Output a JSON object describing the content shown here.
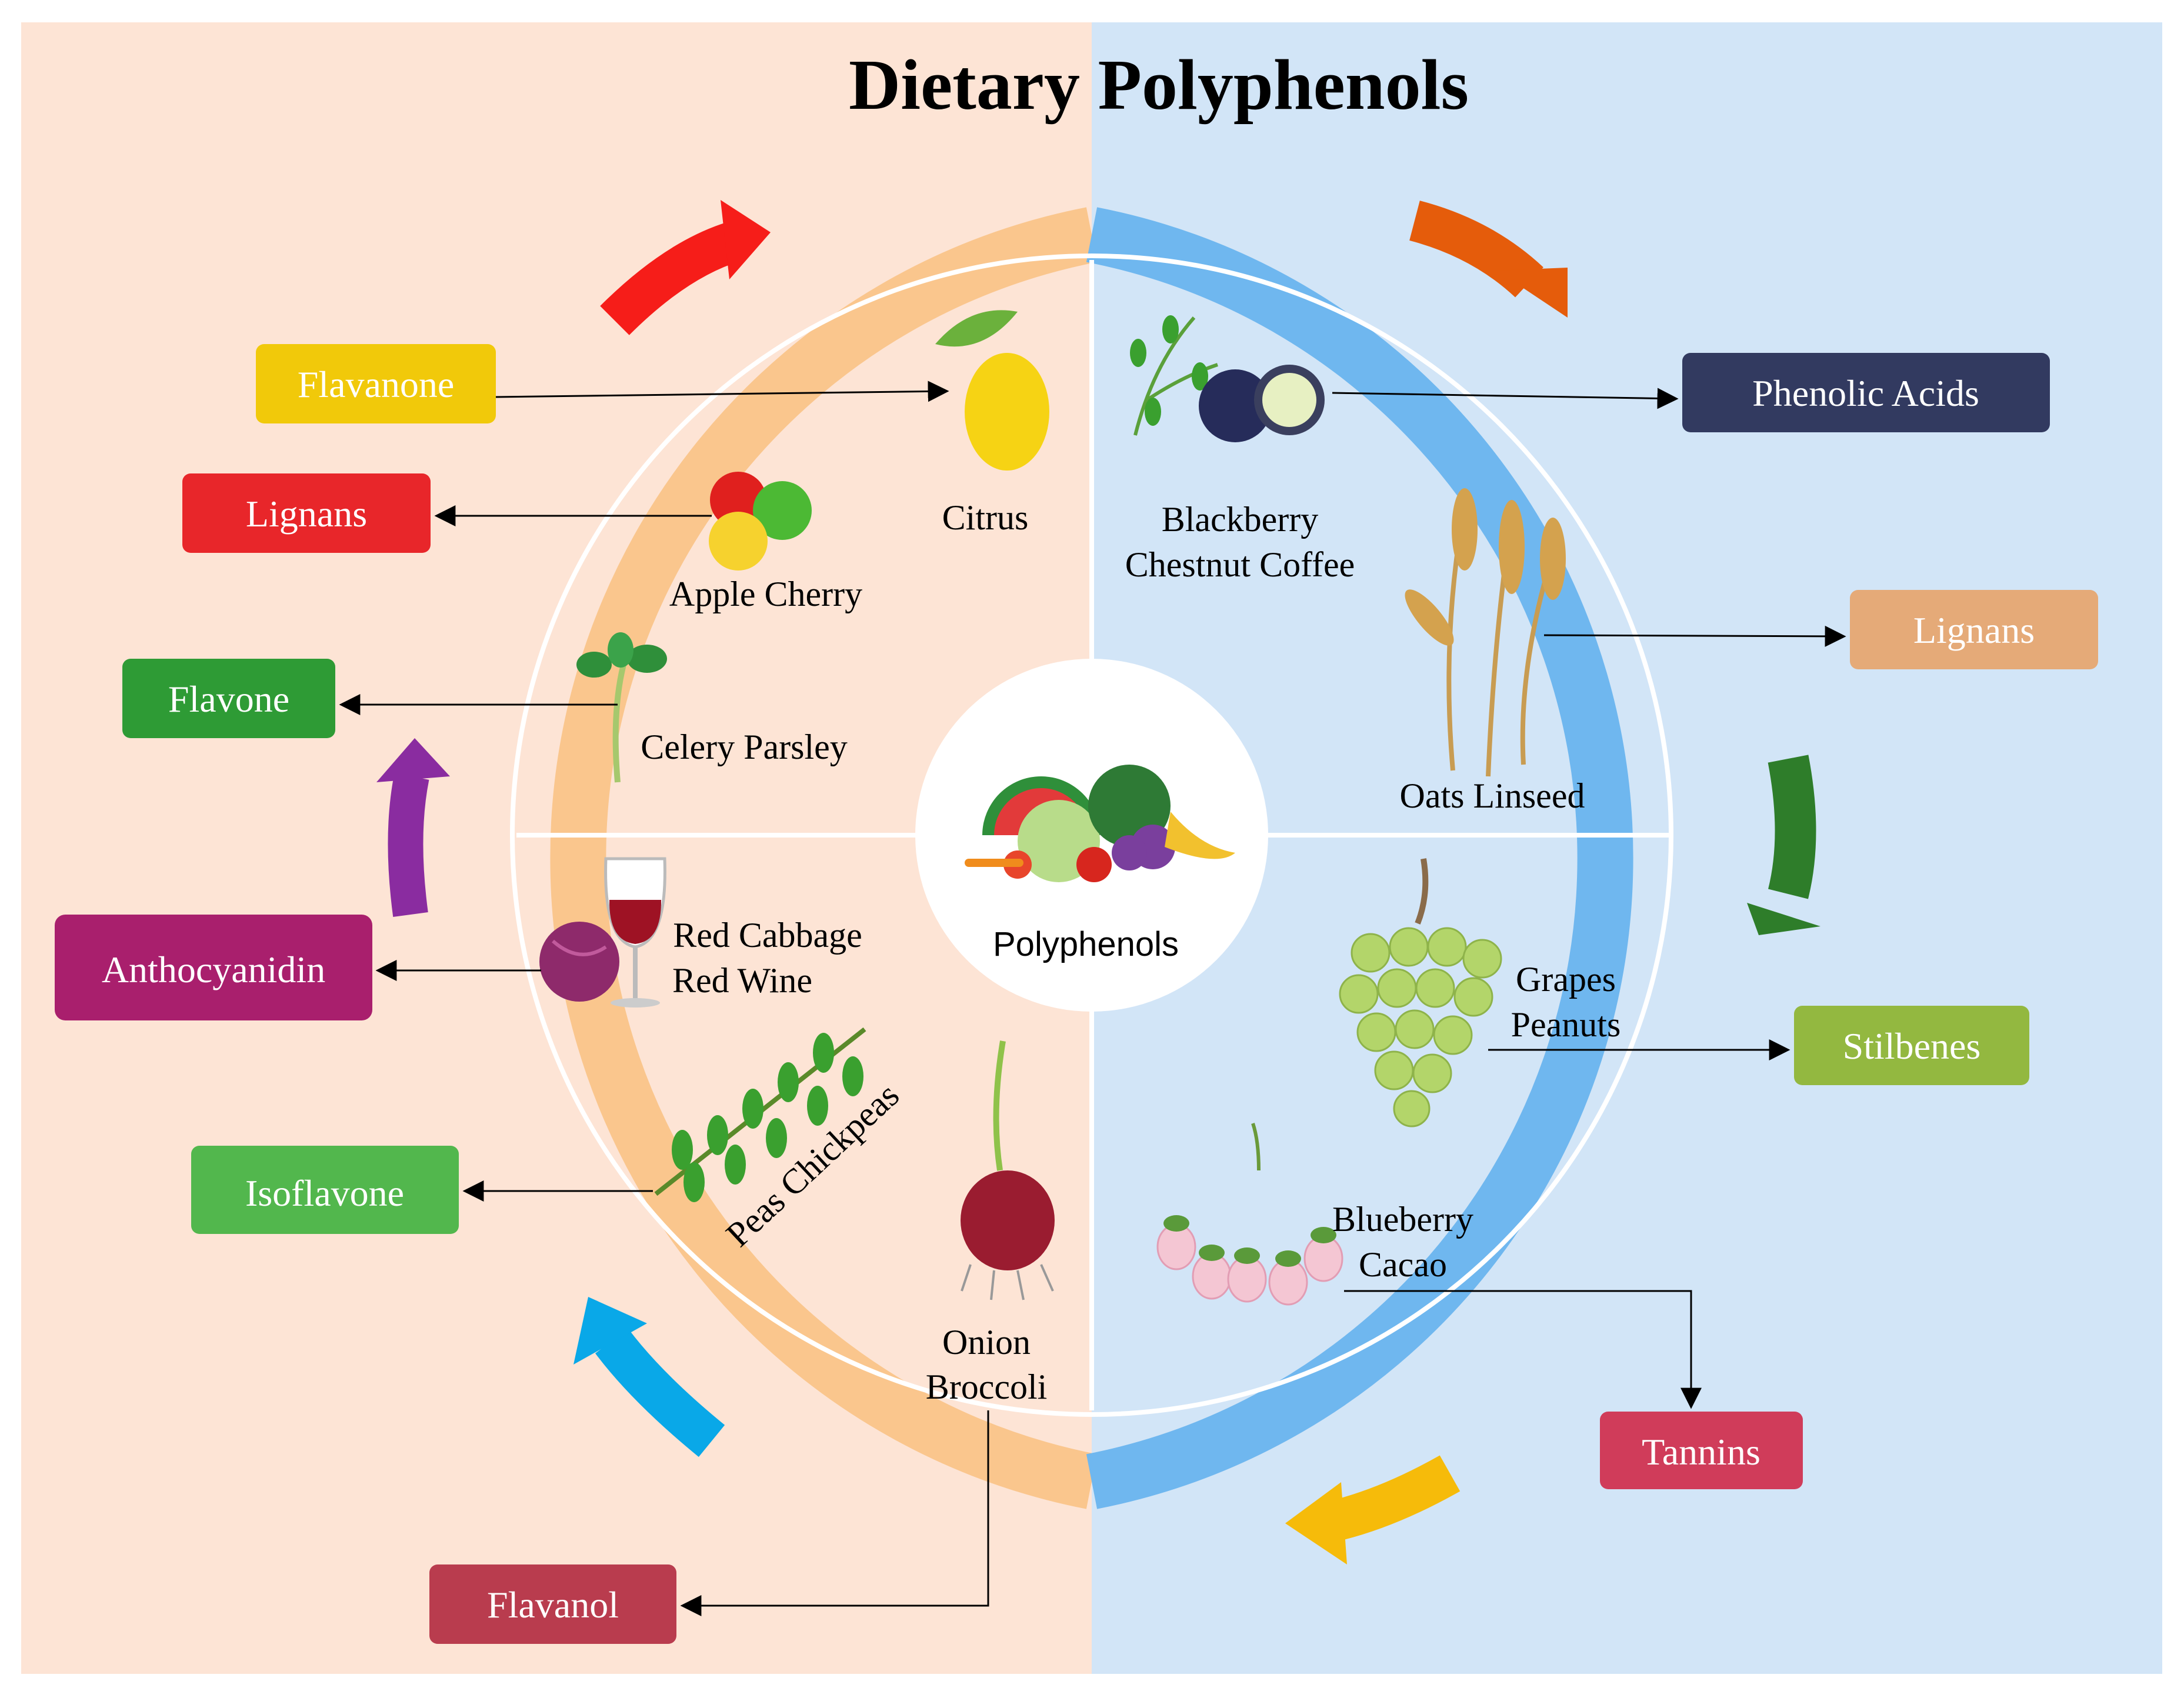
{
  "title": "Dietary Polyphenols",
  "center_label": "Polyphenols",
  "colors": {
    "left_panel": "#fde4d5",
    "right_panel": "#d2e5f7",
    "left_ring": "#fac68d",
    "right_ring": "#6fb7ef"
  },
  "left": {
    "foods": {
      "citrus": "Citrus",
      "apple_cherry": "Apple Cherry",
      "celery_parsley": "Celery Parsley",
      "red_cabbage": "Red Cabbage",
      "red_wine": "Red Wine",
      "peas_chickpeas": "Peas Chickpeas",
      "onion": "Onion",
      "broccoli": "Broccoli"
    },
    "classes": [
      {
        "label": "Flavanone",
        "color": "#f1c90a"
      },
      {
        "label": "Lignans",
        "color": "#e8262a"
      },
      {
        "label": "Flavone",
        "color": "#2e9b35"
      },
      {
        "label": "Anthocyanidin",
        "color": "#a91f6d"
      },
      {
        "label": "Isoflavone",
        "color": "#52b74d"
      },
      {
        "label": "Flavanol",
        "color": "#b93c4e"
      }
    ]
  },
  "right": {
    "foods": {
      "blackberry": "Blackberry",
      "chestnut_coffee": "Chestnut Coffee",
      "oats_linseed": "Oats Linseed",
      "grapes": "Grapes",
      "peanuts": "Peanuts",
      "blueberry": "Blueberry",
      "cacao": "Cacao"
    },
    "classes": [
      {
        "label": "Phenolic Acids",
        "color": "#323a60"
      },
      {
        "label": "Lignans",
        "color": "#e5aa78"
      },
      {
        "label": "Stilbenes",
        "color": "#93b840"
      },
      {
        "label": "Tannins",
        "color": "#d03c5a"
      }
    ]
  },
  "cycle_arrows": [
    {
      "name": "red",
      "color": "#f61d19"
    },
    {
      "name": "orange",
      "color": "#e55c0b"
    },
    {
      "name": "green",
      "color": "#2e7d2a"
    },
    {
      "name": "yellow",
      "color": "#f6bb0a"
    },
    {
      "name": "blue",
      "color": "#09a8e8"
    },
    {
      "name": "purple",
      "color": "#8a2ca0"
    }
  ]
}
